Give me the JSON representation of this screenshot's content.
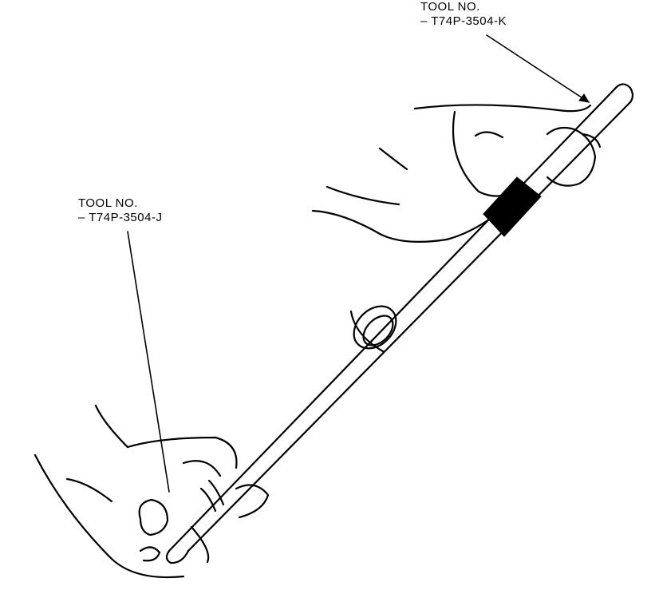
{
  "callouts": [
    {
      "id": "tool-k",
      "line1": "TOOL NO.",
      "line2": "– T74P-3504-K"
    },
    {
      "id": "tool-j",
      "line1": "TOOL NO.",
      "line2": "– T74P-3504-J"
    }
  ],
  "colors": {
    "ink": "#000000",
    "paper": "#ffffff"
  }
}
